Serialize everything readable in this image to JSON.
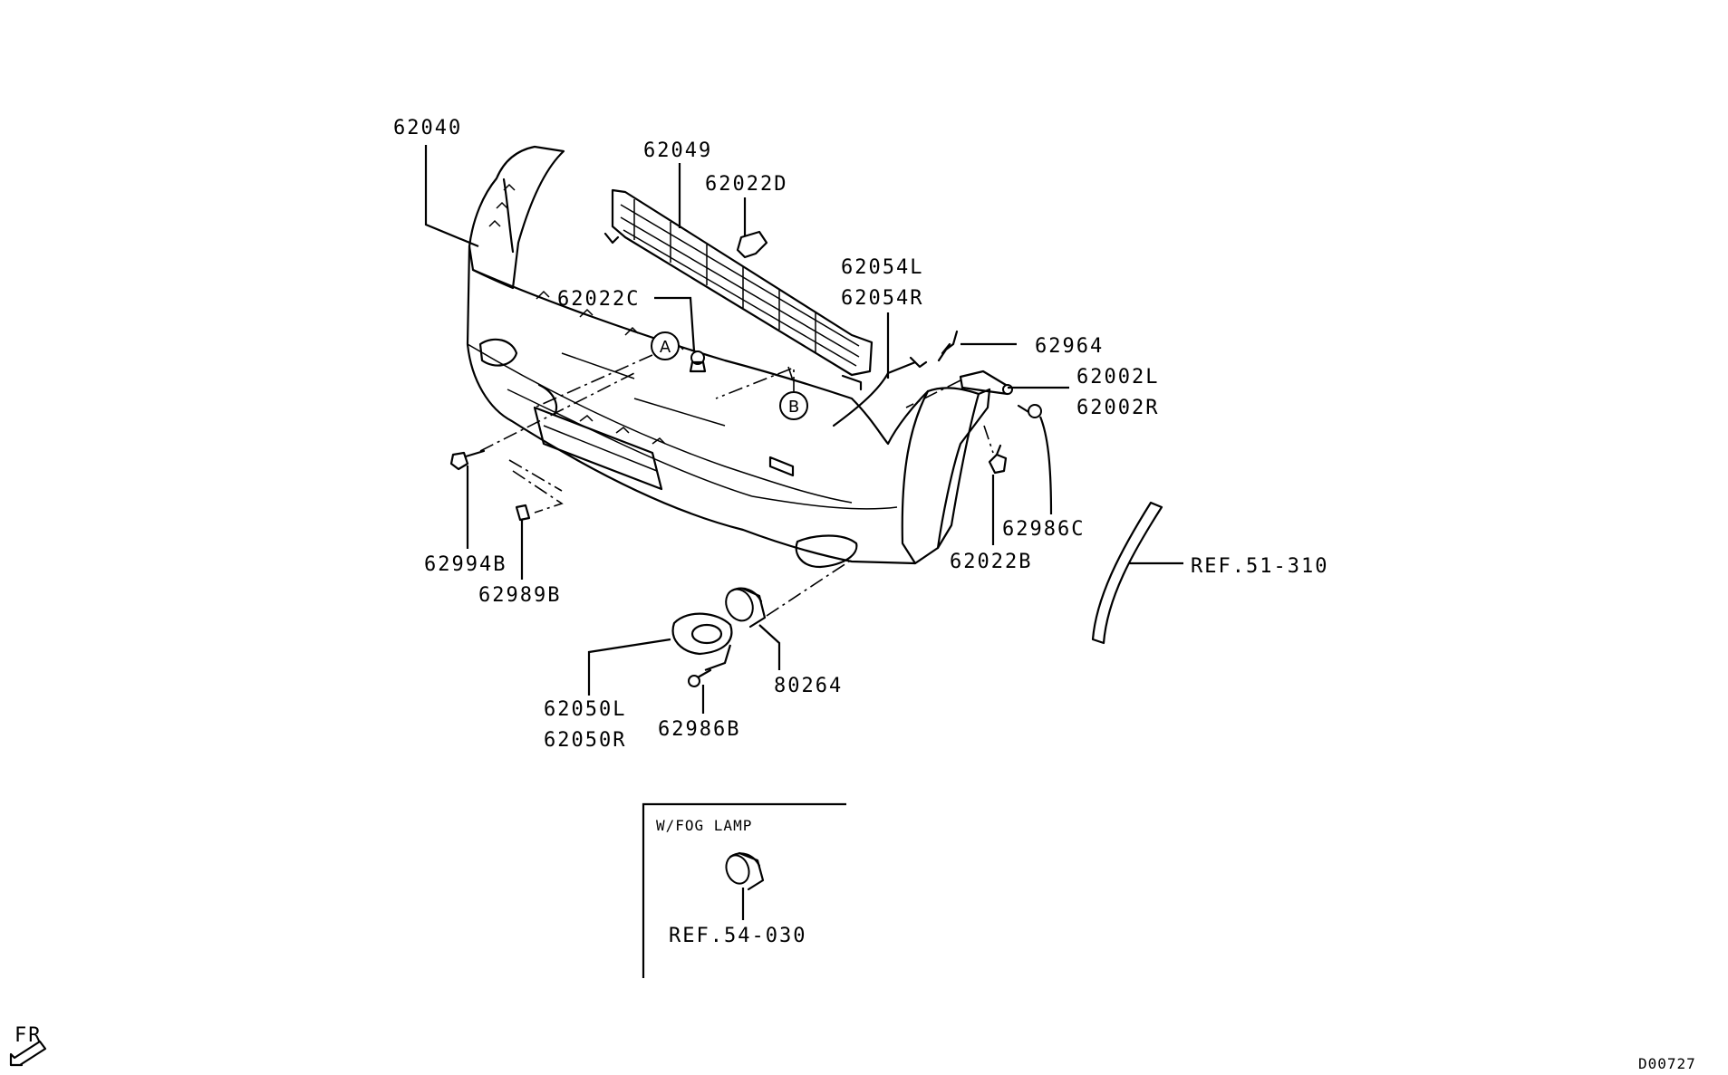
{
  "labels": {
    "p62040": "62040",
    "p62049": "62049",
    "p62022D": "62022D",
    "p62054L": "62054L",
    "p62054R": "62054R",
    "p62022C": "62022C",
    "p62964": "62964",
    "p62002L": "62002L",
    "p62002R": "62002R",
    "p62986C": "62986C",
    "p62022B": "62022B",
    "p62994B": "62994B",
    "p62989B": "62989B",
    "p80264": "80264",
    "p62050L": "62050L",
    "p62050R": "62050R",
    "p62986B": "62986B",
    "ref51": "REF.51-310",
    "ref54": "REF.54-030"
  },
  "callouts": {
    "a": "A",
    "b": "B"
  },
  "inset": {
    "title": "W/FOG LAMP"
  },
  "direction": {
    "label": "FR"
  },
  "diagram_code": "D00727"
}
